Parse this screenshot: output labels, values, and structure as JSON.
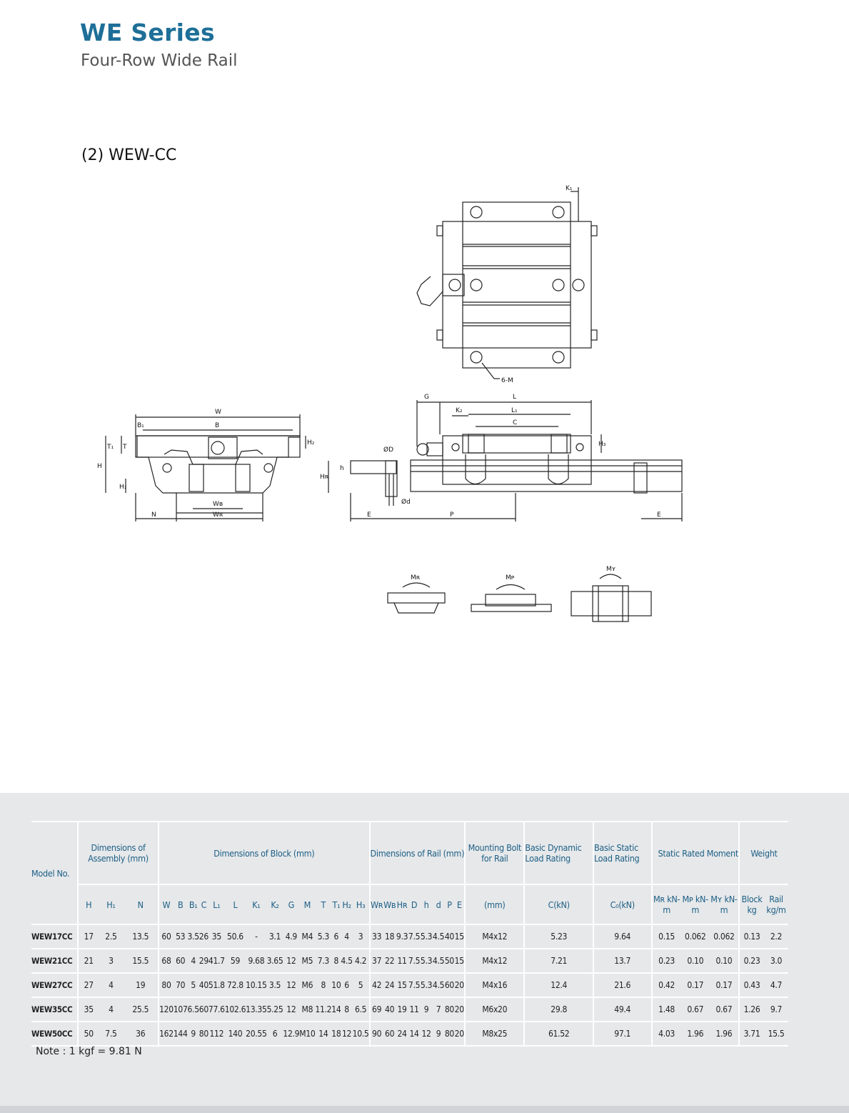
{
  "header": {
    "title": "WE Series",
    "subtitle": "Four-Row Wide Rail",
    "section": "(2) WEW-CC"
  },
  "drawing_labels": {
    "K1": "K₁",
    "six_m": "6-M",
    "W": "W",
    "B1": "B₁",
    "B": "B",
    "T1": "T₁",
    "T": "T",
    "H2": "H₂",
    "H": "H",
    "H1": "H₁",
    "WB": "Wʙ",
    "N": "N",
    "WR": "Wʀ",
    "G": "G",
    "L": "L",
    "K2": "K₂",
    "L1": "L₁",
    "C": "C",
    "H3": "H₃",
    "phiD": "ØD",
    "h": "h",
    "HR": "Hʀ",
    "phid": "Ød",
    "E": "E",
    "P": "P",
    "MR": "Mʀ",
    "MP": "Mᴘ",
    "MY": "Mʏ"
  },
  "table": {
    "group_headers": {
      "model": "Model No.",
      "assembly": "Dimensions of Assembly (mm)",
      "block": "Dimensions of Block (mm)",
      "rail": "Dimensions of Rail (mm)",
      "bolt": "Mounting Bolt for Rail",
      "dynamic": "Basic Dynamic Load Rating",
      "static": "Basic Static Load Rating",
      "moment": "Static Rated Moment",
      "weight": "Weight"
    },
    "sub_headers": [
      "H",
      "H₁",
      "N",
      "W",
      "B",
      "B₁",
      "C",
      "L₁",
      "L",
      "K₁",
      "K₂",
      "G",
      "M",
      "T",
      "T₁",
      "H₂",
      "H₃",
      "Wʀ",
      "Wʙ",
      "Hʀ",
      "D",
      "h",
      "d",
      "P",
      "E",
      "(mm)",
      "C(kN)",
      "C₀(kN)",
      "Mʀ kN-m",
      "Mᴘ kN-m",
      "Mʏ kN-m",
      "Block kg",
      "Rail kg/m"
    ],
    "rows": [
      [
        "WEW17CC",
        "17",
        "2.5",
        "13.5",
        "60",
        "53",
        "3.5",
        "26",
        "35",
        "50.6",
        "-",
        "3.1",
        "4.9",
        "M4",
        "5.3",
        "6",
        "4",
        "3",
        "33",
        "18",
        "9.3",
        "7.5",
        "5.3",
        "4.5",
        "40",
        "15",
        "M4x12",
        "5.23",
        "9.64",
        "0.15",
        "0.062",
        "0.062",
        "0.13",
        "2.2"
      ],
      [
        "WEW21CC",
        "21",
        "3",
        "15.5",
        "68",
        "60",
        "4",
        "29",
        "41.7",
        "59",
        "9.68",
        "3.65",
        "12",
        "M5",
        "7.3",
        "8",
        "4.5",
        "4.2",
        "37",
        "22",
        "11",
        "7.5",
        "5.3",
        "4.5",
        "50",
        "15",
        "M4x12",
        "7.21",
        "13.7",
        "0.23",
        "0.10",
        "0.10",
        "0.23",
        "3.0"
      ],
      [
        "WEW27CC",
        "27",
        "4",
        "19",
        "80",
        "70",
        "5",
        "40",
        "51.8",
        "72.8",
        "10.15",
        "3.5",
        "12",
        "M6",
        "8",
        "10",
        "6",
        "5",
        "42",
        "24",
        "15",
        "7.5",
        "5.3",
        "4.5",
        "60",
        "20",
        "M4x16",
        "12.4",
        "21.6",
        "0.42",
        "0.17",
        "0.17",
        "0.43",
        "4.7"
      ],
      [
        "WEW35CC",
        "35",
        "4",
        "25.5",
        "120",
        "107",
        "6.5",
        "60",
        "77.6",
        "102.6",
        "13.35",
        "5.25",
        "12",
        "M8",
        "11.2",
        "14",
        "8",
        "6.5",
        "69",
        "40",
        "19",
        "11",
        "9",
        "7",
        "80",
        "20",
        "M6x20",
        "29.8",
        "49.4",
        "1.48",
        "0.67",
        "0.67",
        "1.26",
        "9.7"
      ],
      [
        "WEW50CC",
        "50",
        "7.5",
        "36",
        "162",
        "144",
        "9",
        "80",
        "112",
        "140",
        "20.55",
        "6",
        "12.9",
        "M10",
        "14",
        "18",
        "12",
        "10.5",
        "90",
        "60",
        "24",
        "14",
        "12",
        "9",
        "80",
        "20",
        "M8x25",
        "61.52",
        "97.1",
        "4.03",
        "1.96",
        "1.96",
        "3.71",
        "15.5"
      ]
    ],
    "note": "Note : 1 kgf = 9.81 N"
  },
  "colors": {
    "title": "#1e6f98",
    "header_text": "#1d5f85",
    "table_bg": "#e6e8ea"
  }
}
